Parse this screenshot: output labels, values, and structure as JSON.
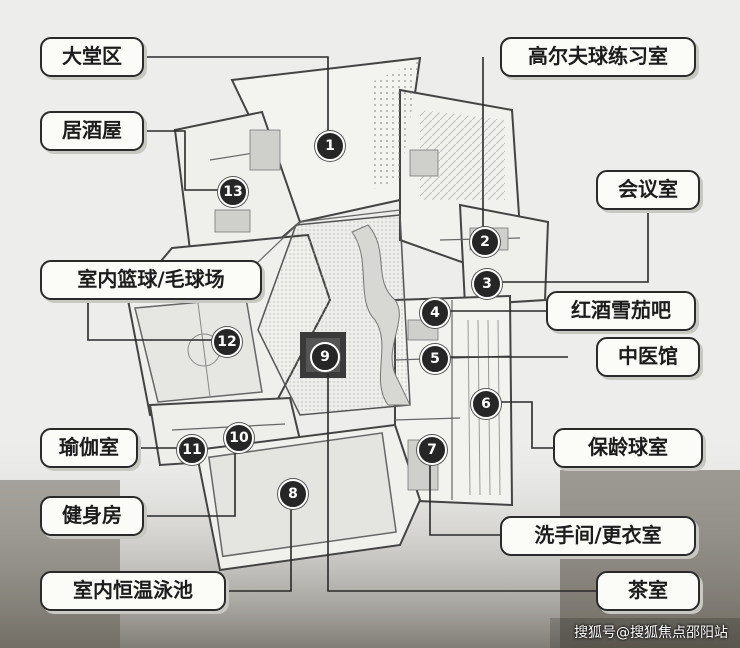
{
  "labels": {
    "lobby": "大堂区",
    "golf": "高尔夫球练习室",
    "izakaya": "居酒屋",
    "meeting": "会议室",
    "basketball": "室内篮球/毛球场",
    "wine": "红酒雪茄吧",
    "tcm": "中医馆",
    "yoga": "瑜伽室",
    "bowling": "保龄球室",
    "gym": "健身房",
    "washroom": "洗手间/更衣室",
    "pool": "室内恒温泳池",
    "tea": "茶室"
  },
  "markers": {
    "m1": "1",
    "m2": "2",
    "m3": "3",
    "m4": "4",
    "m5": "5",
    "m6": "6",
    "m7": "7",
    "m8": "8",
    "m9": "9",
    "m10": "10",
    "m11": "11",
    "m12": "12",
    "m13": "13"
  },
  "watermark": "搜狐号@搜狐焦点邵阳站",
  "colors": {
    "background": "#ededeb",
    "marker_fill": "#262626",
    "line": "#2a2a2a"
  }
}
